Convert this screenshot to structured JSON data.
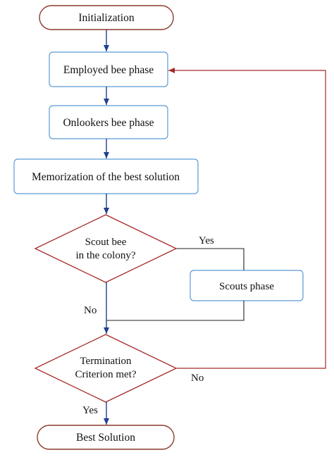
{
  "diagram": {
    "type": "flowchart",
    "nodes": {
      "start": {
        "label": "Initialization",
        "shape": "terminator"
      },
      "employed": {
        "label": "Employed bee phase",
        "shape": "process"
      },
      "onlookers": {
        "label": "Onlookers bee phase",
        "shape": "process"
      },
      "memorize": {
        "label": "Memorization of the best solution",
        "shape": "process"
      },
      "scout_check": {
        "line1": "Scout bee",
        "line2": "in the colony?",
        "shape": "decision"
      },
      "scouts": {
        "label": "Scouts phase",
        "shape": "process"
      },
      "termination": {
        "line1": "Termination",
        "line2": "Criterion met?",
        "shape": "decision"
      },
      "end": {
        "label": "Best Solution",
        "shape": "terminator"
      }
    },
    "edge_labels": {
      "scout_yes": "Yes",
      "scout_no": "No",
      "term_no": "No",
      "term_yes": "Yes"
    },
    "edges": [
      {
        "from": "start",
        "to": "employed"
      },
      {
        "from": "employed",
        "to": "onlookers"
      },
      {
        "from": "onlookers",
        "to": "memorize"
      },
      {
        "from": "memorize",
        "to": "scout_check"
      },
      {
        "from": "scout_check",
        "to": "scouts",
        "label": "Yes"
      },
      {
        "from": "scout_check",
        "to": "termination",
        "label": "No"
      },
      {
        "from": "scouts",
        "to": "termination"
      },
      {
        "from": "termination",
        "to": "employed",
        "label": "No"
      },
      {
        "from": "termination",
        "to": "end",
        "label": "Yes"
      }
    ],
    "colors": {
      "terminator_stroke": "#8b3a2a",
      "decision_stroke": "#a52a2a",
      "process_stroke": "#5b9bd5",
      "arrow_blue": "#1f3f8f",
      "arrow_red": "#a52a2a",
      "text": "#111111"
    }
  }
}
